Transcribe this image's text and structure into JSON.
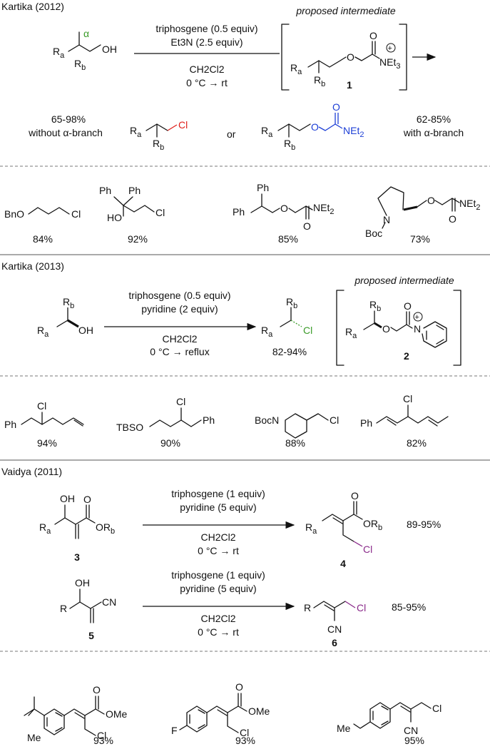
{
  "colors": {
    "bond": "#111111",
    "chloride_red": "#e0201b",
    "carbamate_blue": "#1d3fd6",
    "chloride_green": "#3a9b28",
    "chloride_purple": "#8a2a8a",
    "alpha_green": "#3a9b28"
  },
  "section1": {
    "title": "Kartika (2012)",
    "reagents_top": [
      "triphosgene (0.5 equiv)",
      "Et3N (2.5 equiv)"
    ],
    "reagents_bottom": [
      "CH2Cl2",
      "0 °C → rt"
    ],
    "proposed": "proposed intermediate",
    "intermediate_number": "1",
    "alpha_label": "α",
    "yield_left": "65-98%",
    "cond_left": "without α-branch",
    "or": "or",
    "yield_right": "62-85%",
    "cond_right": "with α-branch",
    "examples": [
      {
        "yield": "84%"
      },
      {
        "yield": "92%"
      },
      {
        "yield": "85%"
      },
      {
        "yield": "73%"
      }
    ]
  },
  "section2": {
    "title": "Kartika (2013)",
    "reagents_top": [
      "triphosgene (0.5 equiv)",
      "pyridine (2 equiv)"
    ],
    "reagents_bottom": [
      "CH2Cl2",
      "0 °C → reflux"
    ],
    "proposed": "proposed intermediate",
    "intermediate_number": "2",
    "yield": "82-94%",
    "examples": [
      {
        "yield": "94%"
      },
      {
        "yield": "90%"
      },
      {
        "yield": "88%"
      },
      {
        "yield": "82%"
      }
    ]
  },
  "section3": {
    "title": "Vaidya (2011)",
    "r1": {
      "reagents_top": [
        "triphosgene (1 equiv)",
        "pyridine (5 equiv)"
      ],
      "reagents_bottom": [
        "CH2Cl2",
        "0 °C → rt"
      ],
      "sm_number": "3",
      "product_number": "4",
      "yield": "89-95%"
    },
    "r2": {
      "reagents_top": [
        "triphosgene (1 equiv)",
        "pyridine (5 equiv)"
      ],
      "reagents_bottom": [
        "CH2Cl2",
        "0 °C → rt"
      ],
      "sm_number": "5",
      "product_number": "6",
      "yield": "85-95%"
    },
    "examples": [
      {
        "yield": "93%"
      },
      {
        "yield": "93%"
      },
      {
        "yield": "95%"
      }
    ]
  },
  "atoms": {
    "OH": "OH",
    "O": "O",
    "Cl": "Cl",
    "N": "N",
    "Ra": "R",
    "Rb": "R",
    "a": "a",
    "b": "b",
    "Et": "NEt",
    "sub3": "3",
    "sub2": "2",
    "BnO": "BnO",
    "Ph": "Ph",
    "HO": "HO",
    "Boc": "Boc",
    "BocN": "BocN",
    "TBSO": "TBSO",
    "CN": "CN",
    "R": "R",
    "OMe": "OMe",
    "Me": "Me",
    "F": "F",
    "plus": "+"
  }
}
